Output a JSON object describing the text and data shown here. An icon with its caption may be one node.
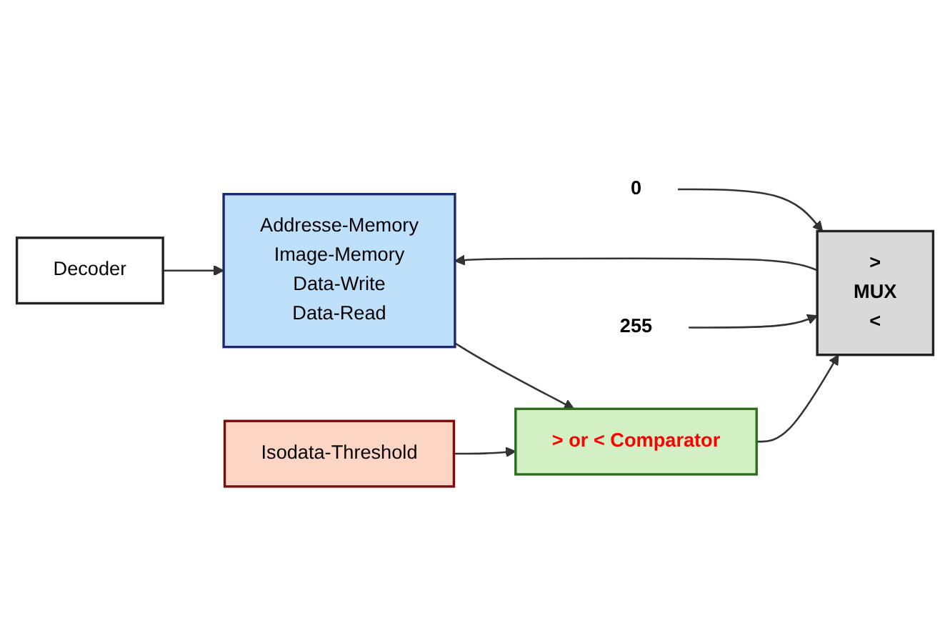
{
  "diagram": {
    "nodes": [
      {
        "text": [
          "Decoder"
        ]
      },
      {
        "text": [
          "Addresse-Memory",
          "Image-Memory",
          "Data-Write",
          "Data-Read"
        ]
      },
      {
        "text": [
          "Isodata-Threshold"
        ]
      },
      {
        "text": [
          "0"
        ]
      },
      {
        "text": [
          ">",
          "MUX",
          "<"
        ]
      },
      {
        "text": [
          "> or < Comparator"
        ]
      },
      {
        "text": [
          "255"
        ]
      }
    ],
    "edges": [
      {
        "from": 0,
        "to": 1,
        "arrow": "to"
      },
      {
        "from": 1,
        "to": 5,
        "arrow": "to"
      },
      {
        "from": 2,
        "to": 5,
        "arrow": "to"
      },
      {
        "from": 3,
        "to": 4,
        "arrow": "to"
      },
      {
        "from": 6,
        "to": 4,
        "arrow": "to"
      },
      {
        "from": 4,
        "to": 1,
        "arrow": "to"
      },
      {
        "from": 5,
        "to": 4,
        "arrow": "to"
      }
    ]
  }
}
